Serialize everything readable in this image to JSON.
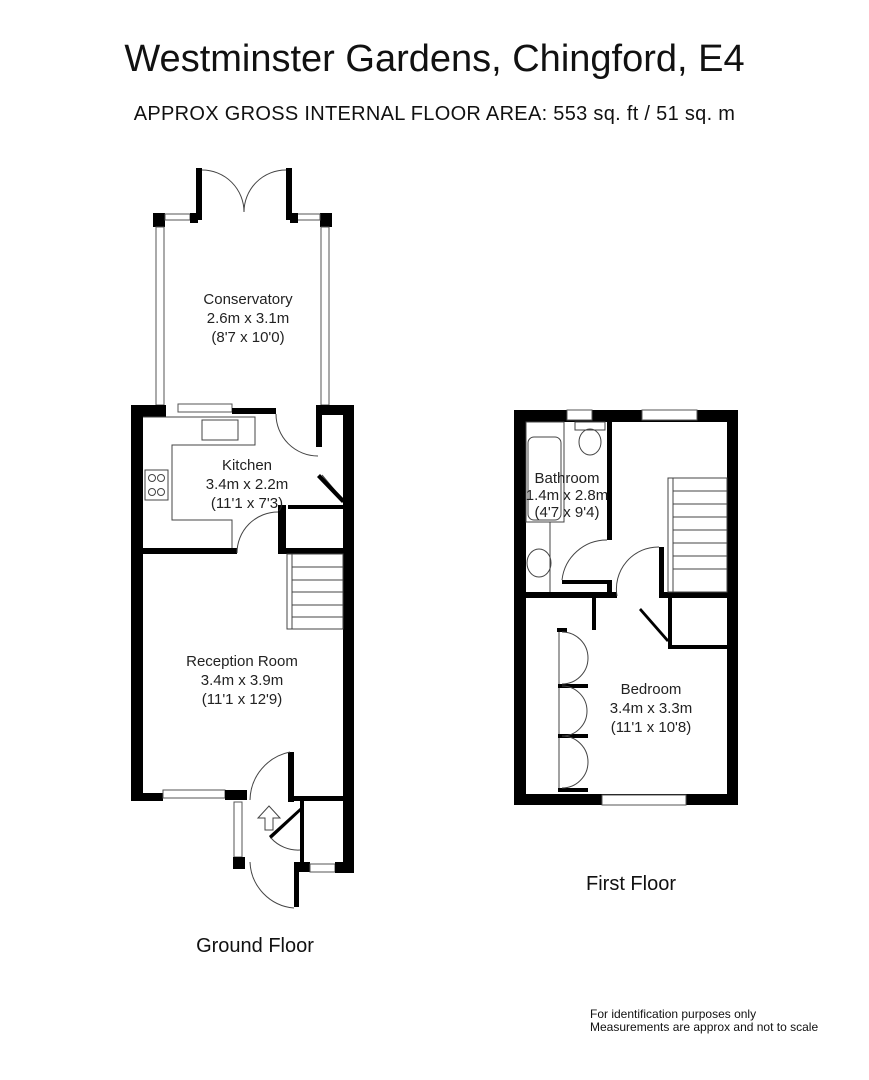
{
  "header": {
    "title": "Westminster Gardens, Chingford, E4",
    "subtitle": "APPROX GROSS INTERNAL FLOOR AREA:  553 sq. ft / 51 sq. m"
  },
  "ground_floor": {
    "label": "Ground Floor",
    "rooms": [
      {
        "name": "Conservatory",
        "metric": "2.6m x 3.1m",
        "imperial": "(8'7 x 10'0)"
      },
      {
        "name": "Kitchen",
        "metric": "3.4m x 2.2m",
        "imperial": "(11'1 x 7'3)"
      },
      {
        "name": "Reception Room",
        "metric": "3.4m x 3.9m",
        "imperial": "(11'1 x 12'9)"
      }
    ]
  },
  "first_floor": {
    "label": "First Floor",
    "rooms": [
      {
        "name": "Bathroom",
        "metric": "1.4m x 2.8m",
        "imperial": "(4'7 x 9'4)"
      },
      {
        "name": "Bedroom",
        "metric": "3.4m x 3.3m",
        "imperial": "(11'1 x 10'8)"
      }
    ]
  },
  "footer": {
    "line1": "For identification purposes only",
    "line2": "Measurements are approx and not to scale"
  }
}
